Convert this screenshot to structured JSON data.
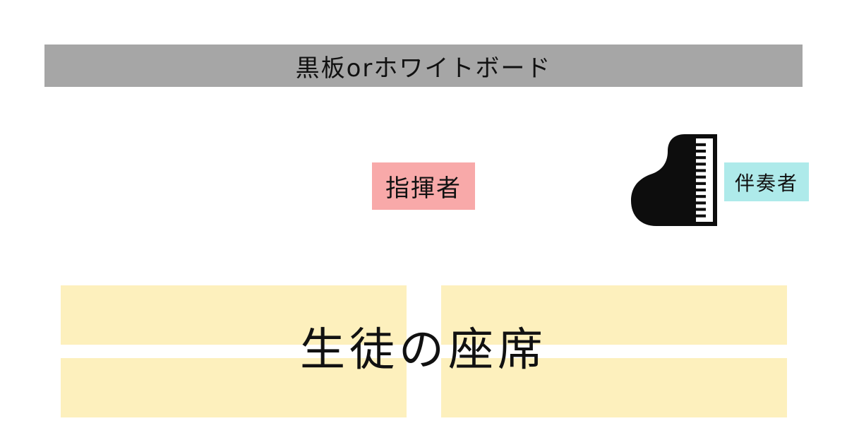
{
  "blackboard": {
    "label": "黒板orホワイトボード",
    "color": "#a6a6a6"
  },
  "conductor": {
    "label": "指揮者",
    "color": "#f8a9a9"
  },
  "accompanist": {
    "label": "伴奏者",
    "color": "#aeeaea"
  },
  "piano": {
    "icon": "grand-piano-icon",
    "color": "#0d0d0d"
  },
  "student_seats": {
    "label": "生徒の座席",
    "color": "#fdf0bd",
    "blocks": [
      {
        "name": "front-left"
      },
      {
        "name": "front-right"
      },
      {
        "name": "back-left"
      },
      {
        "name": "back-right"
      }
    ]
  }
}
